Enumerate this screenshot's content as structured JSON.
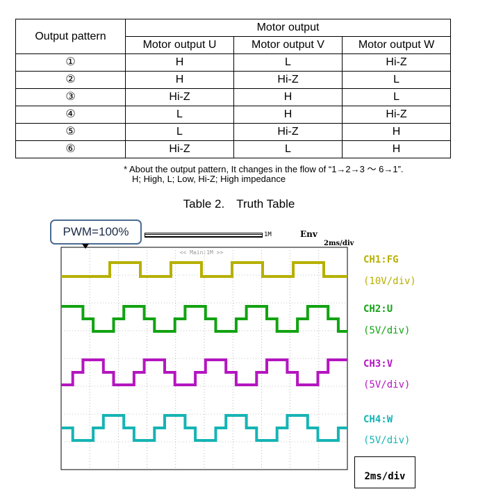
{
  "table": {
    "header_pattern": "Output pattern",
    "header_group": "Motor output",
    "header_u": "Motor output U",
    "header_v": "Motor output V",
    "header_w": "Motor output W",
    "rows": [
      {
        "pattern": "①",
        "u": "H",
        "v": "L",
        "w": "Hi-Z"
      },
      {
        "pattern": "②",
        "u": "H",
        "v": "Hi-Z",
        "w": "L"
      },
      {
        "pattern": "③",
        "u": "Hi-Z",
        "v": "H",
        "w": "L"
      },
      {
        "pattern": "④",
        "u": "L",
        "v": "H",
        "w": "Hi-Z"
      },
      {
        "pattern": "⑤",
        "u": "L",
        "v": "Hi-Z",
        "w": "H"
      },
      {
        "pattern": "⑥",
        "u": "Hi-Z",
        "v": "L",
        "w": "H"
      }
    ]
  },
  "notes": {
    "line1": "* About the output pattern, It changes in the flow of “1→2→3 ～ 6→1”.",
    "line2": "H; High, L; Low, Hi-Z; High impedance"
  },
  "caption": "Table 2. Truth Table",
  "scope": {
    "callout": "PWM=100%",
    "env_label": "Env",
    "timebase_top": "2ms/div",
    "memory_mark": "1M",
    "center_text": "<< Main:1M >>",
    "timebase_box": "2ms/div",
    "channels": [
      {
        "name": "CH1:FG",
        "scale": "(10V/div)",
        "color": "#b6b000"
      },
      {
        "name": "CH2:U",
        "scale": "(5V/div)",
        "color": "#12a312"
      },
      {
        "name": "CH3:V",
        "scale": "(5V/div)",
        "color": "#b416c0"
      },
      {
        "name": "CH4:W",
        "scale": "(5V/div)",
        "color": "#16b4b4"
      }
    ],
    "grid_color": "#888888"
  }
}
